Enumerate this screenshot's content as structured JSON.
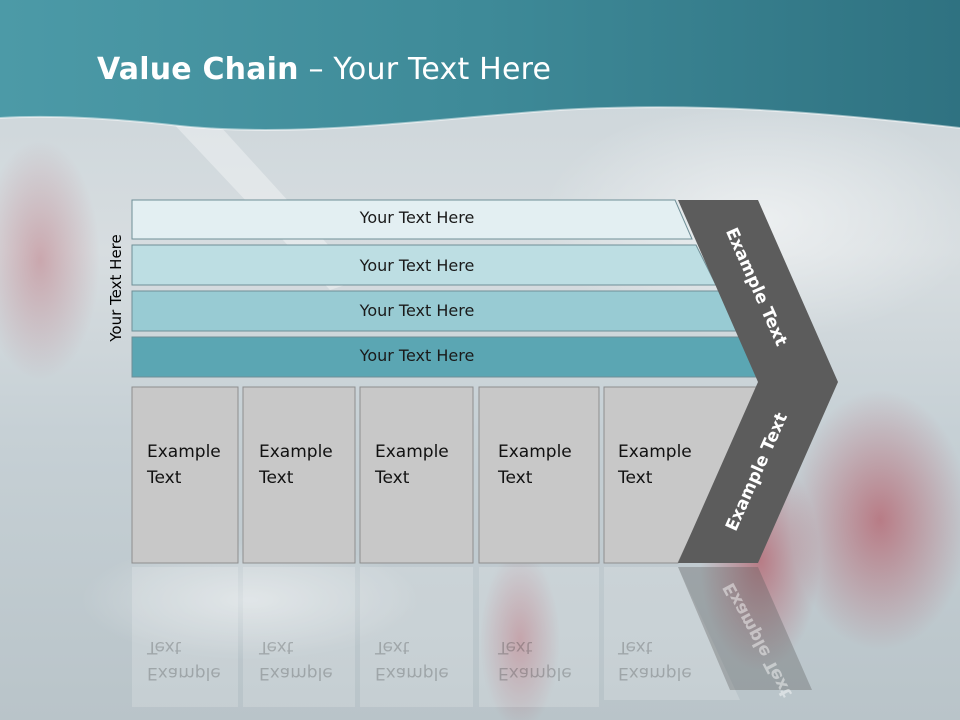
{
  "title": {
    "bold": "Value Chain",
    "rest": " – Your Text Here"
  },
  "side_label": "Your Text Here",
  "rows": [
    {
      "label": "Your Text Here",
      "color": "#e3eff2"
    },
    {
      "label": "Your Text Here",
      "color": "#bddee3"
    },
    {
      "label": "Your Text Here",
      "color": "#98cbd3"
    },
    {
      "label": "Your Text Here",
      "color": "#5ba6b3"
    }
  ],
  "boxes": [
    {
      "line1": "Example",
      "line2": "Text"
    },
    {
      "line1": "Example",
      "line2": "Text"
    },
    {
      "line1": "Example",
      "line2": "Text"
    },
    {
      "line1": "Example",
      "line2": "Text"
    },
    {
      "line1": "Example",
      "line2": "Text"
    }
  ],
  "chevron": {
    "upper": "Example Text",
    "lower": "Example Text"
  },
  "colors": {
    "header": "#3e8a98",
    "chevron": "#5c5c5c",
    "box": "#c8c8c8"
  }
}
